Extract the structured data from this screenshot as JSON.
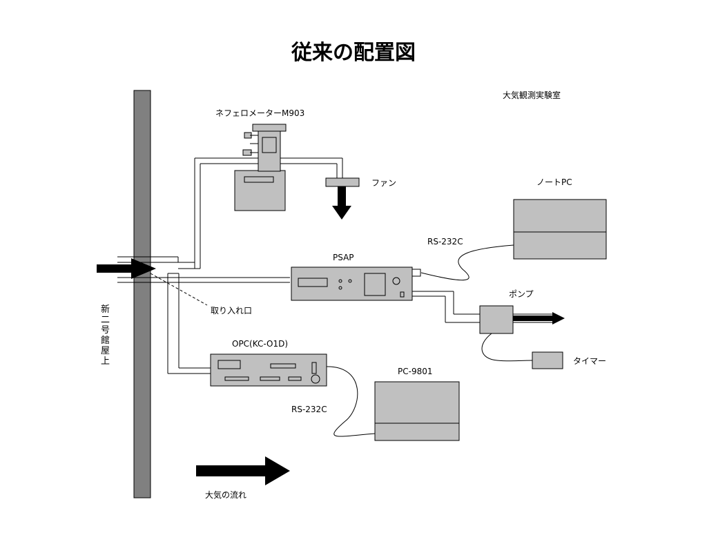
{
  "title": "従来の配置図",
  "room_label": "大気観測実験室",
  "roof_label": [
    "新",
    "二",
    "号",
    "館",
    "屋",
    "上"
  ],
  "devices": {
    "nephelometer": "ネフェロメーターM903",
    "fan": "ファン",
    "notebook_pc": "ノートPC",
    "psap": "PSAP",
    "pump": "ポンプ",
    "timer": "タイマー",
    "opc": "OPC(KC-O1D)",
    "pc9801": "PC-9801"
  },
  "cables": {
    "rs232c_upper": "RS-232C",
    "rs232c_lower": "RS-232C"
  },
  "inlet_label": "取り入れ口",
  "airflow_label": "大気の流れ",
  "colors": {
    "pillar": "#808080",
    "device": "#c0c0c0",
    "device_dark": "#a8a8a8",
    "line": "#000000"
  }
}
